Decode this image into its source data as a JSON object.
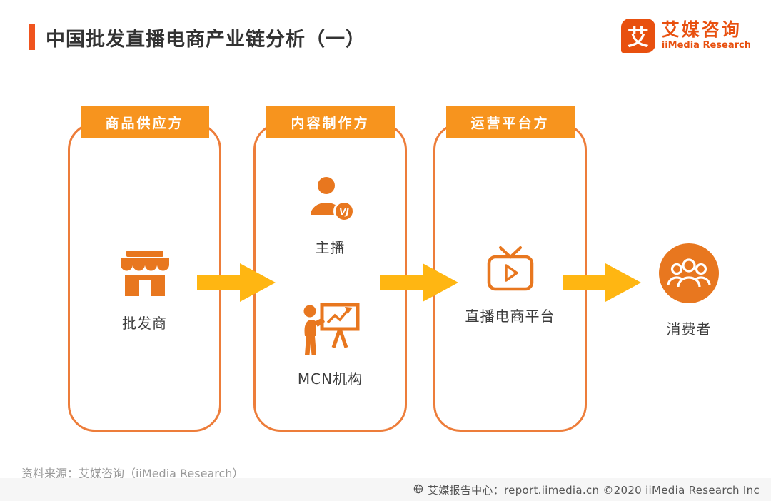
{
  "header": {
    "title": "中国批发直播电商产业链分析（一）",
    "logo": {
      "mark": "艾",
      "brand_cn": "艾媒咨询",
      "brand_en": "iiMedia Research"
    }
  },
  "diagram": {
    "boxes": [
      {
        "tab": "商品供应方",
        "items": [
          {
            "icon": "storefront-icon",
            "label": "批发商"
          }
        ]
      },
      {
        "tab": "内容制作方",
        "items": [
          {
            "icon": "host-avatar-icon",
            "label": "主播",
            "badge": "VJ"
          },
          {
            "icon": "mcn-presenter-icon",
            "label": "MCN机构"
          }
        ]
      },
      {
        "tab": "运营平台方",
        "items": [
          {
            "icon": "live-tv-icon",
            "label": "直播电商平台"
          }
        ]
      }
    ],
    "consumer": {
      "icon": "consumer-group-icon",
      "label": "消费者"
    }
  },
  "footer": {
    "source": "资料来源：艾媒咨询（iiMedia Research）",
    "credit": "艾媒报告中心：report.iimedia.cn  ©2020  iiMedia Research Inc"
  },
  "colors": {
    "accent_bar": "#F0541E",
    "tab_orange": "#F7941E",
    "box_border": "#ED7D3A",
    "icon_orange": "#E8771F",
    "arrow_yellow": "#FFB612",
    "logo_orange": "#E8500F"
  }
}
